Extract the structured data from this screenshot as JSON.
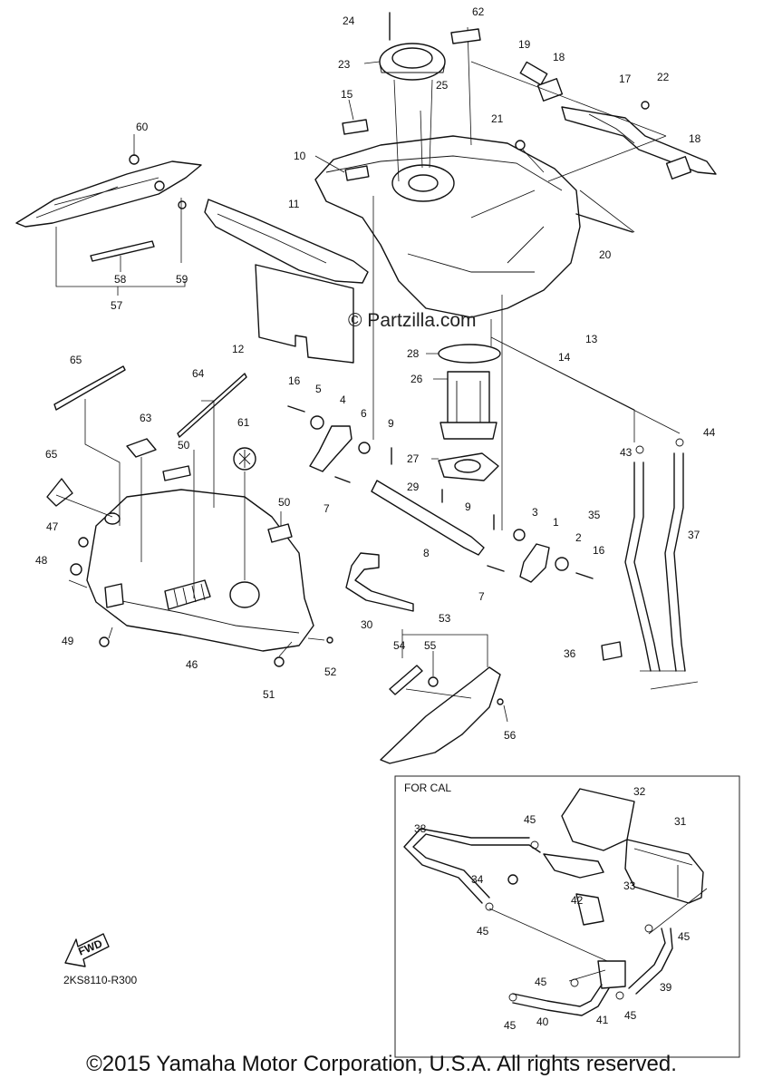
{
  "watermark": "© Partzilla.com",
  "diagram_code": "2KS8110-R300",
  "cal_box_label": "FOR CAL",
  "fwd_label": "FWD",
  "copyright": "©2015 Yamaha Motor Corporation, U.S.A. All rights reserved.",
  "callouts": {
    "c1": "1",
    "c2": "2",
    "c3": "3",
    "c4": "4",
    "c5": "5",
    "c6": "6",
    "c7a": "7",
    "c7b": "7",
    "c8": "8",
    "c9a": "9",
    "c9b": "9",
    "c10": "10",
    "c11": "11",
    "c12": "12",
    "c13": "13",
    "c14": "14",
    "c15": "15",
    "c16a": "16",
    "c16b": "16",
    "c17": "17",
    "c18a": "18",
    "c18b": "18",
    "c19": "19",
    "c20": "20",
    "c21": "21",
    "c22": "22",
    "c23": "23",
    "c24": "24",
    "c25": "25",
    "c26": "26",
    "c27": "27",
    "c28": "28",
    "c29": "29",
    "c30": "30",
    "c31": "31",
    "c32": "32",
    "c33": "33",
    "c34": "34",
    "c35": "35",
    "c36": "36",
    "c37": "37",
    "c38": "38",
    "c39": "39",
    "c40": "40",
    "c41": "41",
    "c42": "42",
    "c43": "43",
    "c44": "44",
    "c45a": "45",
    "c45b": "45",
    "c45c": "45",
    "c45d": "45",
    "c45e": "45",
    "c45f": "45",
    "c46": "46",
    "c47": "47",
    "c48": "48",
    "c49": "49",
    "c50a": "50",
    "c50b": "50",
    "c51": "51",
    "c52": "52",
    "c53": "53",
    "c54": "54",
    "c55": "55",
    "c56": "56",
    "c57": "57",
    "c58": "58",
    "c59": "59",
    "c60": "60",
    "c61": "61",
    "c62": "62",
    "c63": "63",
    "c64": "64",
    "c65a": "65",
    "c65b": "65"
  }
}
